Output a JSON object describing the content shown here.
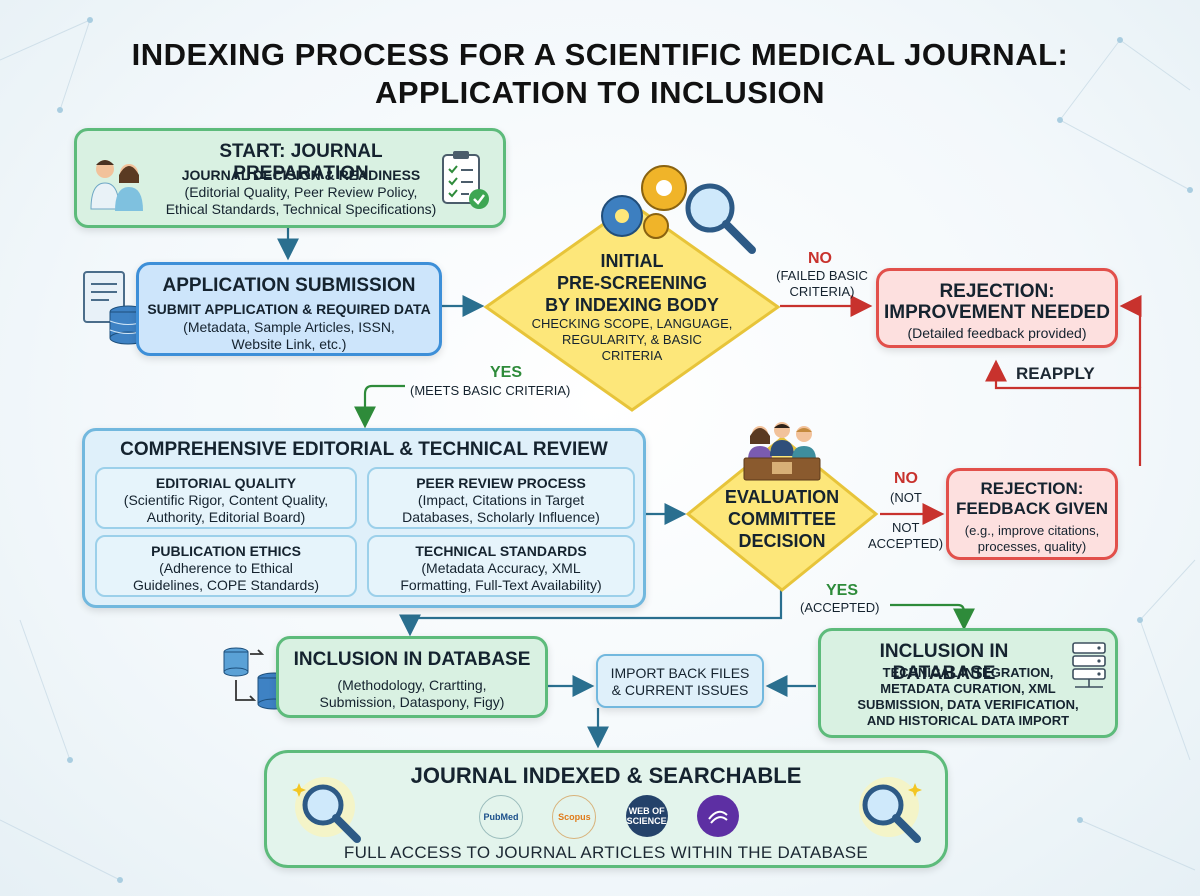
{
  "title": {
    "line1": "INDEXING PROCESS FOR A SCIENTIFIC MEDICAL JOURNAL:",
    "line2": "APPLICATION TO INCLUSION"
  },
  "start": {
    "heading": "START: JOURNAL PREPARATION",
    "subheading": "JOURNAL DECISION & READINESS",
    "detail1": "(Editorial Quality, Peer Review Policy,",
    "detail2": "Ethical Standards, Technical Specifications)"
  },
  "submission": {
    "heading": "APPLICATION SUBMISSION",
    "subheading": "SUBMIT APPLICATION & REQUIRED DATA",
    "detail1": "(Metadata, Sample Articles, ISSN,",
    "detail2": "Website Link, etc.)"
  },
  "prescreen": {
    "line1": "INITIAL",
    "line2": "PRE-SCREENING",
    "line3": "BY INDEXING BODY",
    "detail1": "CHECKING SCOPE, LANGUAGE,",
    "detail2": "REGULARITY, & BASIC",
    "detail3": "CRITERIA"
  },
  "no1": {
    "label": "NO",
    "detail1": "(FAILED BASIC",
    "detail2": "CRITERIA)"
  },
  "rejection1": {
    "line1": "REJECTION:",
    "line2": "IMPROVEMENT NEEDED",
    "detail": "(Detailed feedback provided)"
  },
  "reapply": "REAPPLY",
  "yes1": {
    "label": "YES",
    "detail": "(MEETS BASIC CRITERIA)"
  },
  "review": {
    "heading": "COMPREHENSIVE EDITORIAL & TECHNICAL REVIEW",
    "cells": [
      {
        "title": "EDITORIAL QUALITY",
        "l1": "(Scientific Rigor, Content Quality,",
        "l2": "Authority, Editorial Board)"
      },
      {
        "title": "PEER REVIEW PROCESS",
        "l1": "(Impact, Citations in Target",
        "l2": "Databases, Scholarly Influence)"
      },
      {
        "title": "PUBLICATION ETHICS",
        "l1": "(Adherence to Ethical",
        "l2": "Guidelines, COPE Standards)"
      },
      {
        "title": "TECHNICAL STANDARDS",
        "l1": "(Metadata Accuracy, XML",
        "l2": "Formatting, Full-Text Availability)"
      }
    ]
  },
  "committee": {
    "line1": "EVALUATION",
    "line2": "COMMITTEE",
    "line3": "DECISION"
  },
  "no2": {
    "label": "NO",
    "l1": "(NOT",
    "l2": "NOT",
    "l3": "ACCEPTED)"
  },
  "rejection2": {
    "line1": "REJECTION:",
    "line2": "FEEDBACK GIVEN",
    "detail1": "(e.g., improve citations,",
    "detail2": "processes, quality)"
  },
  "yes2": {
    "label": "YES",
    "detail": "(ACCEPTED)"
  },
  "inclusion_left": {
    "heading": "INCLUSION IN DATABASE",
    "detail1": "(Methodology, Crartting,",
    "detail2": "Submission, Dataspony, Figy)"
  },
  "import": {
    "line1": "IMPORT BACK FILES",
    "line2": "& CURRENT ISSUES"
  },
  "inclusion_right": {
    "heading": "INCLUSION IN DATABASE",
    "detail1": "TECHNICAL INTEGRATION,",
    "detail2": "METADATA CURATION, XML",
    "detail3": "SUBMISSION, DATA VERIFICATION,",
    "detail4": "AND HISTORICAL DATA IMPORT"
  },
  "indexed": {
    "heading": "JOURNAL INDEXED & SEARCHABLE",
    "footer": "FULL ACCESS TO JOURNAL ARTICLES WITHIN THE DATABASE",
    "logos": [
      {
        "text": "PubMed",
        "bg": "#ffffff",
        "fg": "#1a4e8a"
      },
      {
        "text": "Scopus",
        "bg": "#ffffff",
        "fg": "#e07b1a"
      },
      {
        "text": "WEB OF SCIENCE",
        "bg": "#24426a",
        "fg": "#ffffff"
      },
      {
        "text": "",
        "bg": "#5d2fa3",
        "fg": "#ffffff"
      }
    ]
  },
  "colors": {
    "arrow_blue": "#2a6f8f",
    "arrow_red": "#c8322d",
    "arrow_green": "#2e8b3a",
    "diamond_fill": "#fde77a",
    "diamond_stroke": "#e7c43a"
  }
}
